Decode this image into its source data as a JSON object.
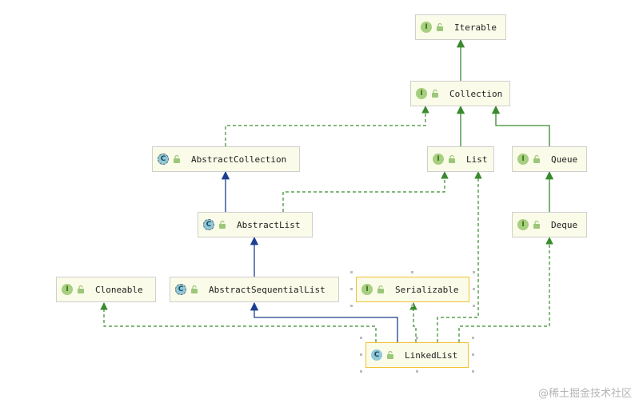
{
  "nodes": {
    "iterable": {
      "badge": "I",
      "label": "Iterable"
    },
    "collection": {
      "badge": "I",
      "label": "Collection"
    },
    "abstract_collection": {
      "badge": "C",
      "label": "AbstractCollection"
    },
    "list": {
      "badge": "I",
      "label": "List"
    },
    "queue": {
      "badge": "I",
      "label": "Queue"
    },
    "abstract_list": {
      "badge": "C",
      "label": "AbstractList"
    },
    "deque": {
      "badge": "I",
      "label": "Deque"
    },
    "cloneable": {
      "badge": "I",
      "label": "Cloneable"
    },
    "abstract_sequential_list": {
      "badge": "C",
      "label": "AbstractSequentialList"
    },
    "serializable": {
      "badge": "I",
      "label": "Serializable"
    },
    "linked_list": {
      "badge": "C",
      "label": "LinkedList"
    }
  },
  "colors": {
    "interface_edge": "#3a8a2e",
    "extends_edge": "#1d3f8f",
    "interface_badge": "#a6cf7f",
    "class_badge": "#8fc9d9",
    "selected_border": "#f1c232"
  },
  "watermark": "@稀土掘金技术社区"
}
